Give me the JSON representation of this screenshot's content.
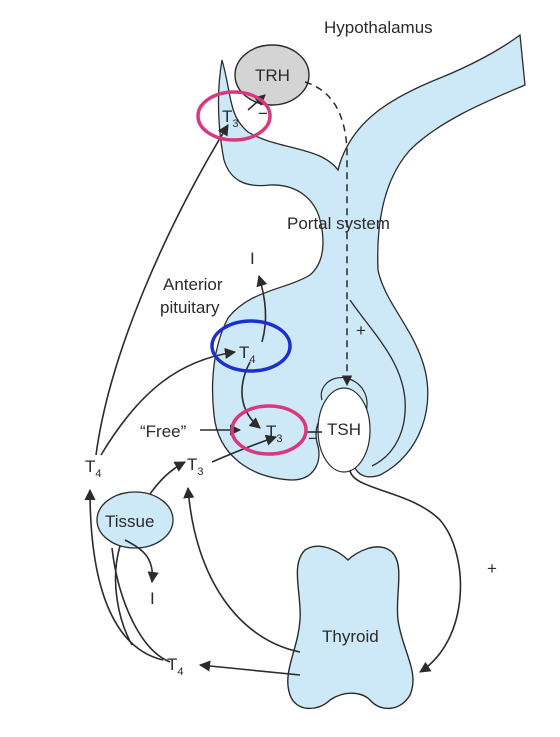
{
  "labels": {
    "hypothalamus": "Hypothalamus",
    "trh": "TRH",
    "portal_system": "Portal system",
    "anterior": "Anterior",
    "pituitary": "pituitary",
    "free": "“Free”",
    "tsh": "TSH",
    "tissue": "Tissue",
    "thyroid": "Thyroid",
    "iodide": "I",
    "plus": "+",
    "minus": "−",
    "t": "T",
    "sub3": "3",
    "sub4": "4"
  },
  "colors": {
    "gland_fill": "#cde8f7",
    "gland_stroke": "#2b2b2b",
    "trh_fill": "#d4d4d4",
    "highlight_pink": "#d9387f",
    "highlight_blue": "#1c2fd0",
    "arrow": "#2b2b2b"
  }
}
